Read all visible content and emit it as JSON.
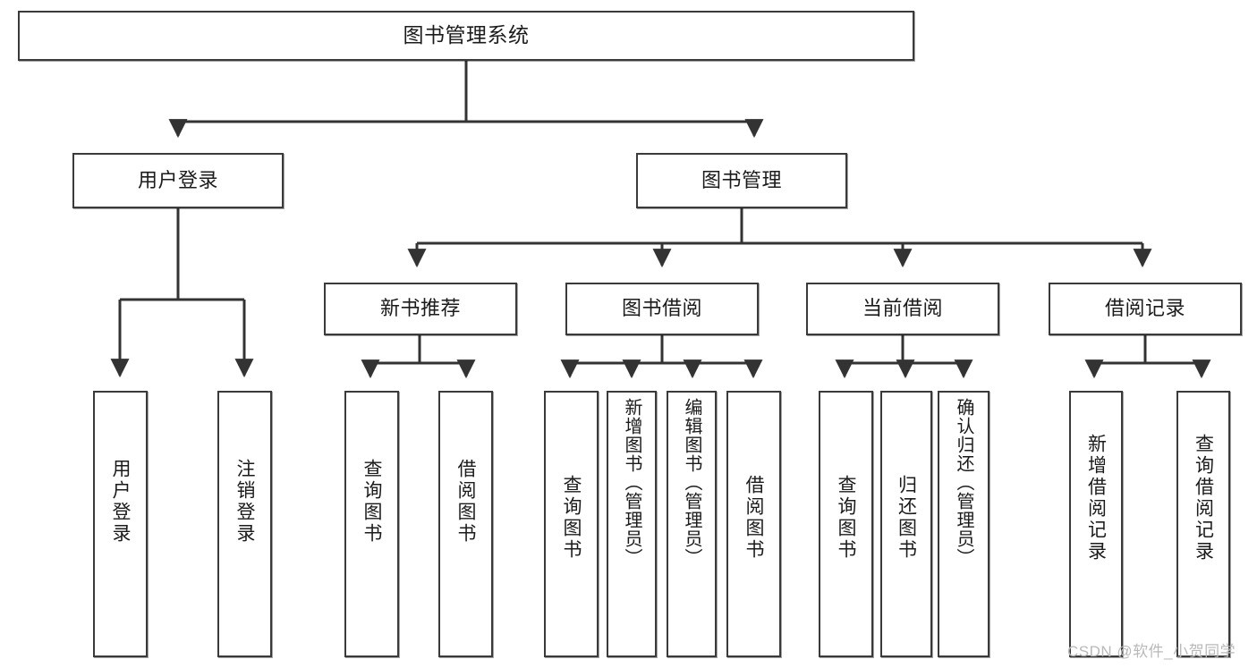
{
  "diagram": {
    "type": "tree-hierarchy-chart",
    "title": "图书管理系统",
    "watermark": "CSDN @软件_小贺同学",
    "style": {
      "box_border_color": "#3a3a3a",
      "box_fill": "#ffffff",
      "line_color": "#333333",
      "page_background": "#ffffff",
      "watermark_color": "#b9b9b9"
    },
    "root": {
      "id": "root",
      "label": "图书管理系统"
    },
    "level2": [
      {
        "id": "login",
        "label": "用户登录"
      },
      {
        "id": "bookmgmt",
        "label": "图书管理"
      }
    ],
    "level3": [
      {
        "id": "newbook",
        "label": "新书推荐",
        "parent": "bookmgmt"
      },
      {
        "id": "borrow",
        "label": "图书借阅",
        "parent": "bookmgmt"
      },
      {
        "id": "current",
        "label": "当前借阅",
        "parent": "bookmgmt"
      },
      {
        "id": "records",
        "label": "借阅记录",
        "parent": "bookmgmt"
      }
    ],
    "leaves": {
      "login": [
        {
          "id": "leaf-user-login",
          "label": "用户登录"
        },
        {
          "id": "leaf-user-logout",
          "label": "注销登录"
        }
      ],
      "newbook": [
        {
          "id": "leaf-query-book-1",
          "label": "查询图书"
        },
        {
          "id": "leaf-borrow-book-1",
          "label": "借阅图书"
        }
      ],
      "borrow": [
        {
          "id": "leaf-query-book-2",
          "label": "查询图书"
        },
        {
          "id": "leaf-add-book",
          "label": "新增图书（管理员）"
        },
        {
          "id": "leaf-edit-book",
          "label": "编辑图书（管理员）"
        },
        {
          "id": "leaf-borrow-book-2",
          "label": "借阅图书"
        }
      ],
      "current": [
        {
          "id": "leaf-query-book-3",
          "label": "查询图书"
        },
        {
          "id": "leaf-return-book",
          "label": "归还图书"
        },
        {
          "id": "leaf-confirm-return",
          "label": "确认归还（管理员）"
        }
      ],
      "records": [
        {
          "id": "leaf-add-record",
          "label": "新增借阅记录"
        },
        {
          "id": "leaf-query-record",
          "label": "查询借阅记录"
        }
      ]
    }
  }
}
